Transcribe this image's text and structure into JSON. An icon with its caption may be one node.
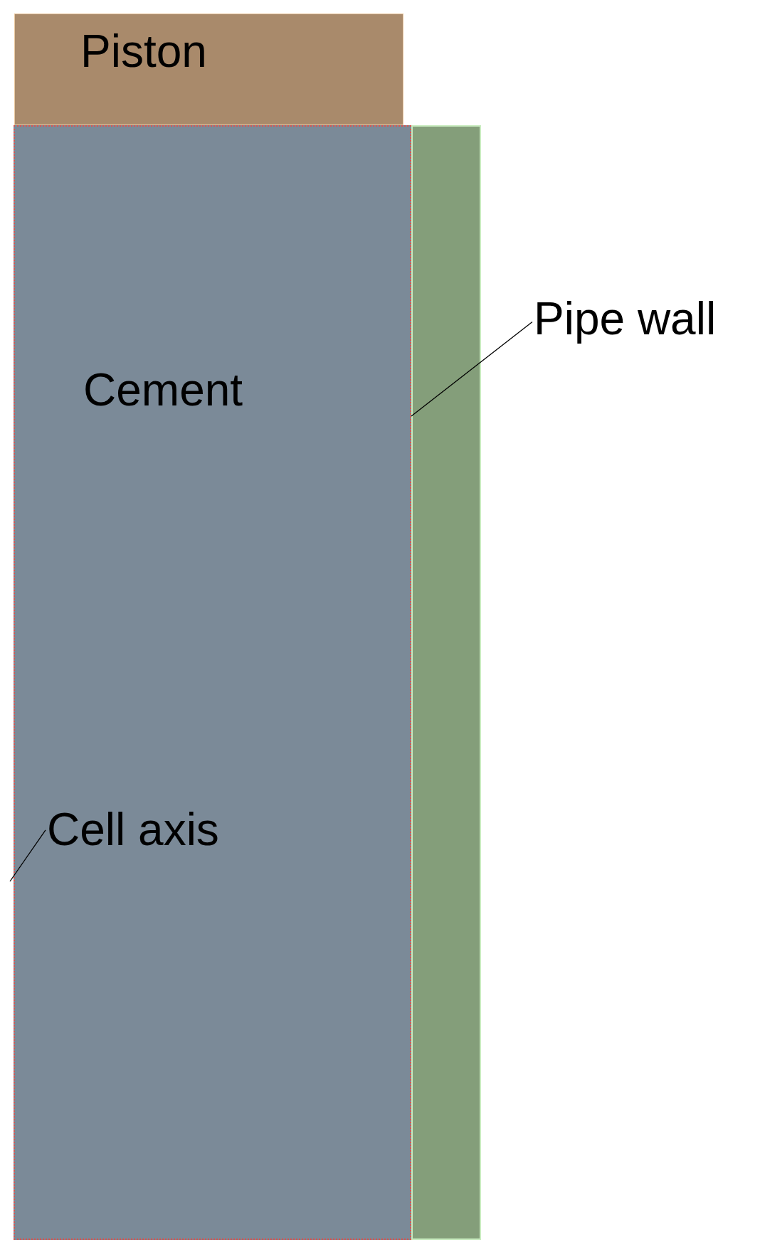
{
  "diagram": {
    "nodes": [
      {
        "text": [
          "Piston"
        ]
      },
      {
        "text": [
          "Cement"
        ]
      },
      {
        "text": [],
        "shape": "bar"
      },
      {
        "text": [
          "Pipe wall"
        ]
      },
      {
        "text": [
          "Cell axis"
        ],
        "in": 1
      }
    ],
    "edges": [
      {
        "from": 3,
        "to": 2,
        "arrow": "none"
      },
      {
        "from": 4,
        "to": null,
        "arrow": "none"
      }
    ]
  }
}
